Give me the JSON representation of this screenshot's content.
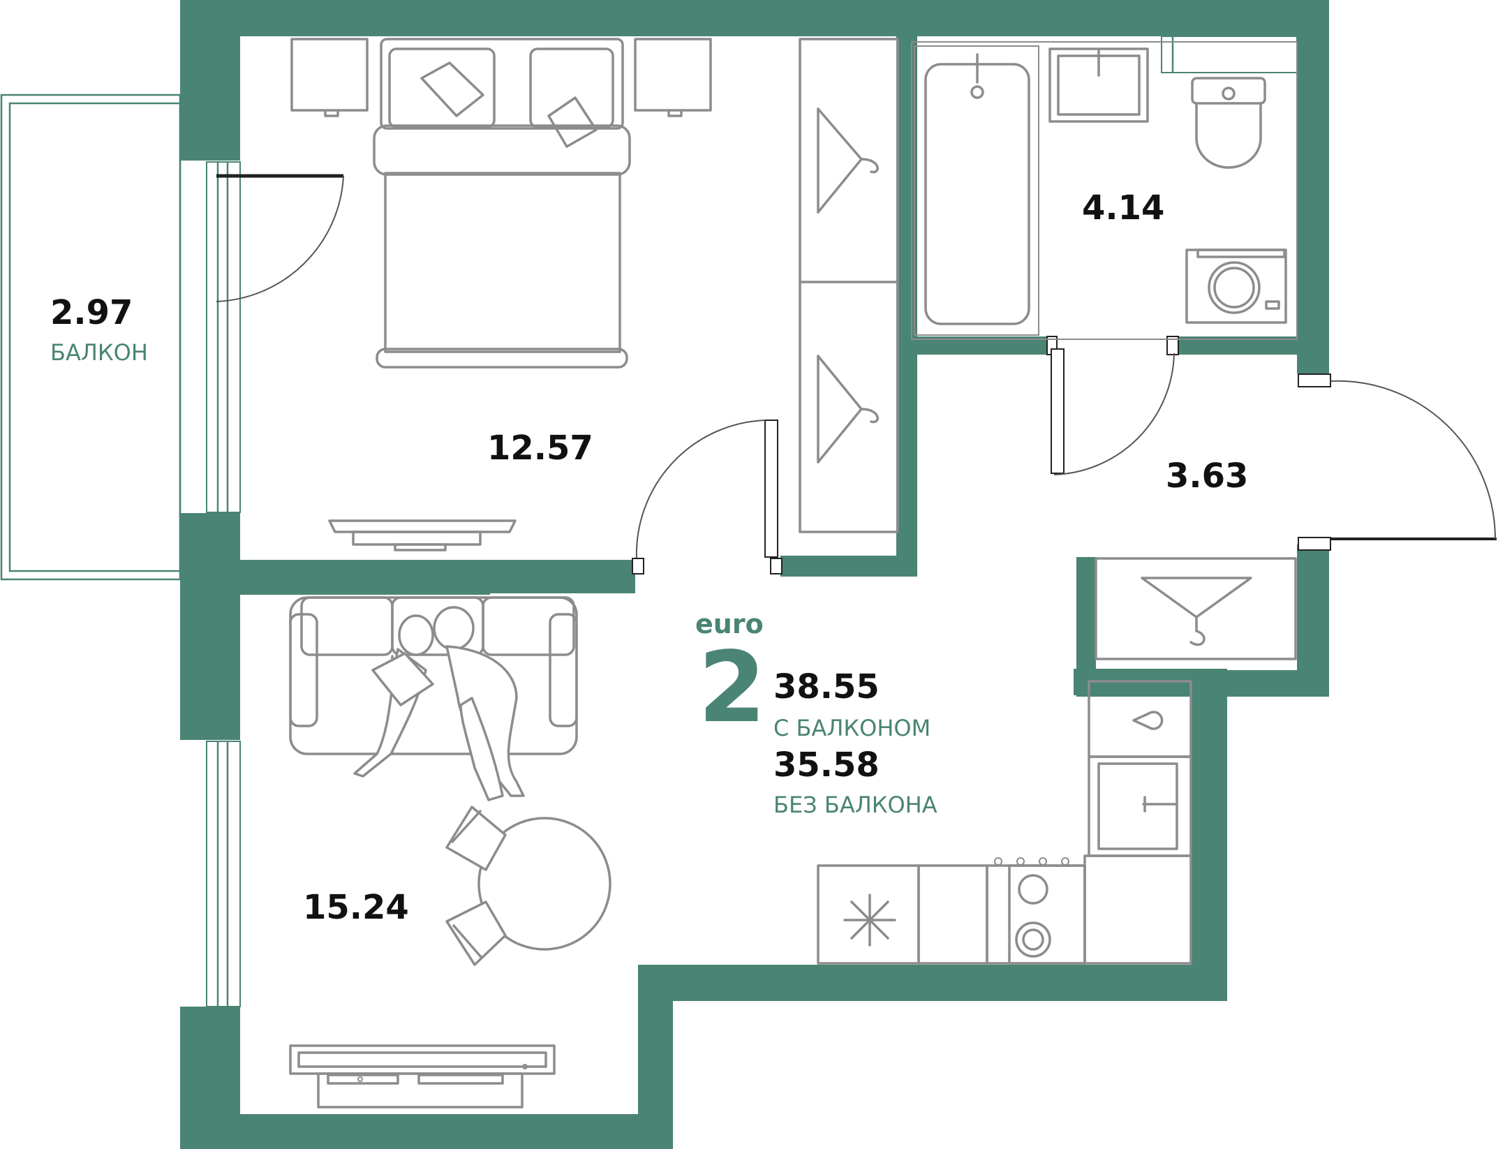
{
  "colors": {
    "wall": "#4a8474",
    "accent": "#4a8474",
    "furniture": "#8c8c8c",
    "text": "#111111"
  },
  "rooms": {
    "balcony": {
      "area": "2.97",
      "name": "БАЛКОН"
    },
    "bedroom": {
      "area": "12.57"
    },
    "bathroom": {
      "area": "4.14"
    },
    "hall": {
      "area": "3.63"
    },
    "living_kitchen": {
      "area": "15.24"
    }
  },
  "summary": {
    "type_label": "euro",
    "rooms_count": "2",
    "area_with_balcony": "38.55",
    "with_balcony_label": "С БАЛКОНОМ",
    "area_without_balcony": "35.58",
    "without_balcony_label": "БЕЗ БАЛКОНА"
  },
  "icons": [
    "bed-icon",
    "pillow-icon",
    "nightstand-icon",
    "wardrobe-icon",
    "hanger-icon",
    "bathtub-icon",
    "sink-icon",
    "toilet-icon",
    "washing-machine-icon",
    "tv-stand-icon",
    "sofa-icon",
    "people-icon",
    "laptop-icon",
    "dining-table-icon",
    "chair-icon",
    "fridge-icon",
    "snowflake-icon",
    "stove-icon",
    "kitchen-sink-icon"
  ]
}
